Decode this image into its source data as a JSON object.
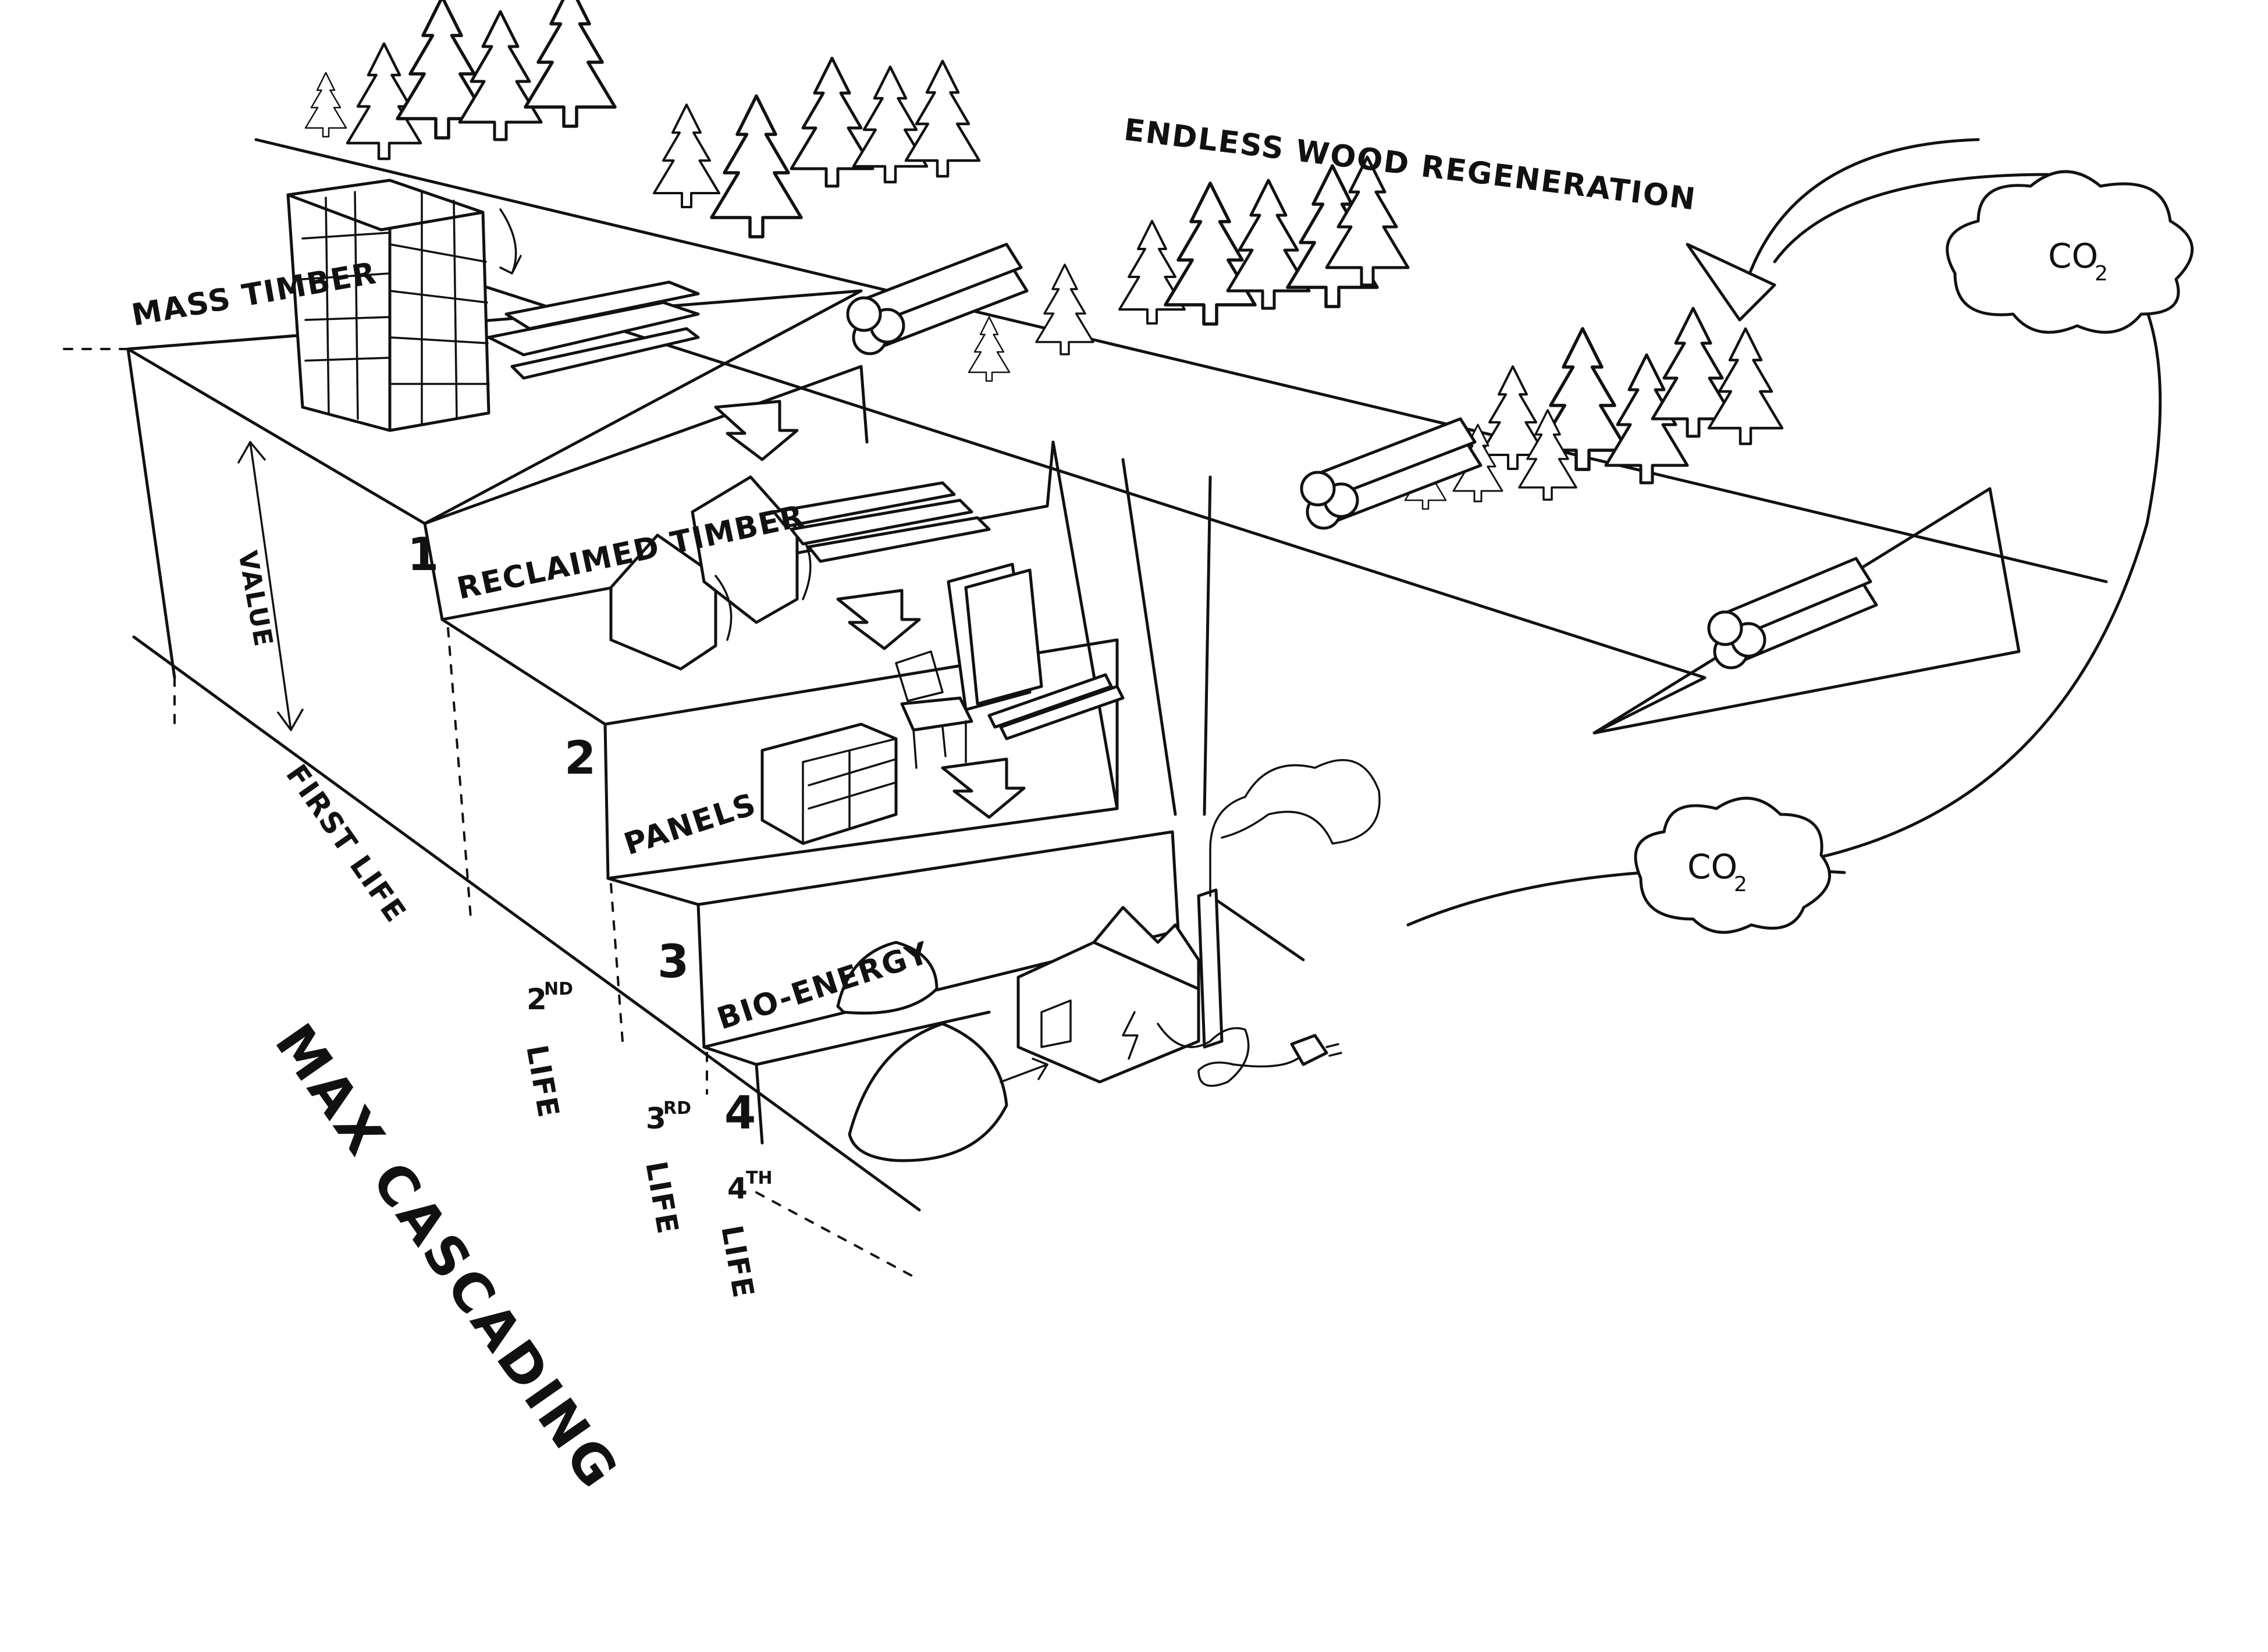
{
  "labels": {
    "mass_timber": "MASS TIMBER",
    "reclaimed_timber": "RECLAIMED TIMBER",
    "panels": "PANELS",
    "bio_energy": "BIO-ENERGY",
    "value": "VALUE",
    "endless_regeneration": "ENDLESS WOOD REGENERATION",
    "max_cascading": "MAX CASCADING"
  },
  "steps": [
    "1",
    "2",
    "3",
    "4"
  ],
  "lives": {
    "first": "FIRST LIFE",
    "second_num": "2",
    "second_sup": "ND",
    "third_num": "3",
    "third_sup": "RD",
    "fourth_num": "4",
    "fourth_sup": "TH",
    "life_word": "LIFE"
  },
  "co2": {
    "main": "CO",
    "sub": "2"
  },
  "icons": [
    "tree-icon",
    "log-pile-icon",
    "building-icon",
    "house-icon",
    "dresser-icon",
    "chair-icon",
    "factory-icon",
    "plug-icon",
    "arrow-down-icon",
    "cloud-icon"
  ]
}
